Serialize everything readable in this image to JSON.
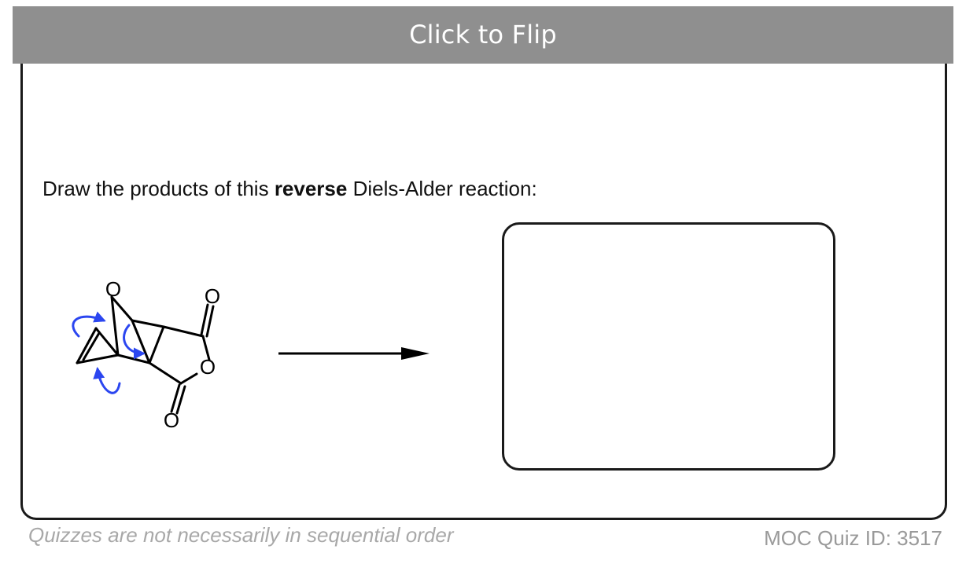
{
  "flip_button": {
    "label": "Click to Flip"
  },
  "question": {
    "prefix": "Draw the products of this ",
    "emphasis": "reverse",
    "suffix": " Diels-Alder reaction:"
  },
  "molecule": {
    "atom_labels": {
      "bridge_oxygen": "O",
      "carbonyl_top_oxygen": "O",
      "ring_oxygen": "O",
      "carbonyl_bottom_oxygen": "O"
    },
    "arrow_color": "#2b46f0"
  },
  "footer": {
    "note": "Quizzes are not necessarily in sequential order",
    "quiz_id": "MOC Quiz ID: 3517"
  }
}
